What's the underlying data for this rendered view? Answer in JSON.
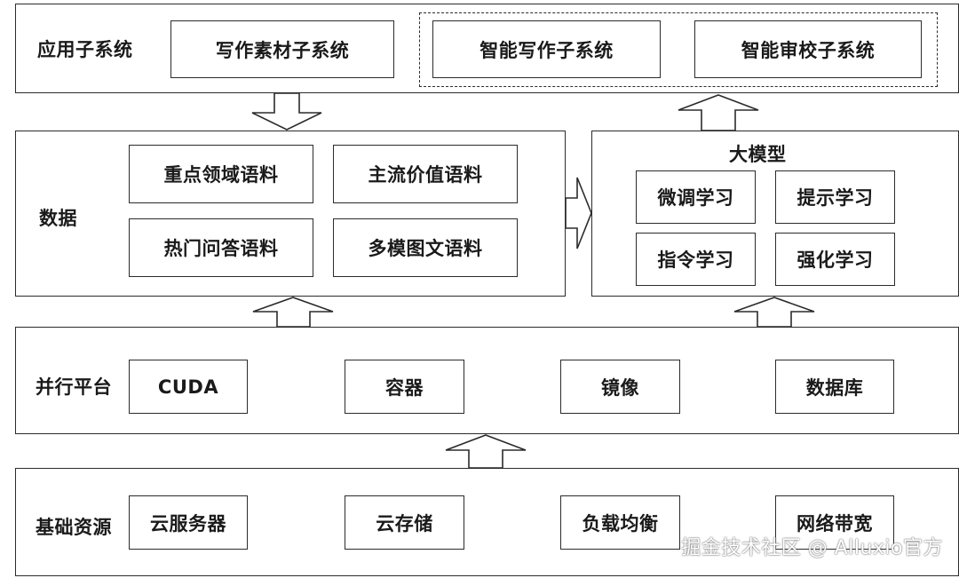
{
  "application_layer": {
    "label": "应用子系统",
    "writing_material": "写作素材子系统",
    "smart_writing": "智能写作子系统",
    "smart_review": "智能审校子系统"
  },
  "data_layer": {
    "label": "数据",
    "items": [
      "重点领域语料",
      "主流价值语料",
      "热门问答语料",
      "多模图文语料"
    ]
  },
  "model_layer": {
    "title": "大模型",
    "items": [
      "微调学习",
      "提示学习",
      "指令学习",
      "强化学习"
    ]
  },
  "parallel_platform": {
    "label": "并行平台",
    "items": [
      "CUDA",
      "容器",
      "镜像",
      "数据库"
    ]
  },
  "infrastructure": {
    "label": "基础资源",
    "items": [
      "云服务器",
      "云存储",
      "负载均衡",
      "网络带宽"
    ]
  },
  "watermark": "掘金技术社区 @ Alluxio官方",
  "colors": {
    "line": "#2b2b2b",
    "background": "#ffffff"
  }
}
